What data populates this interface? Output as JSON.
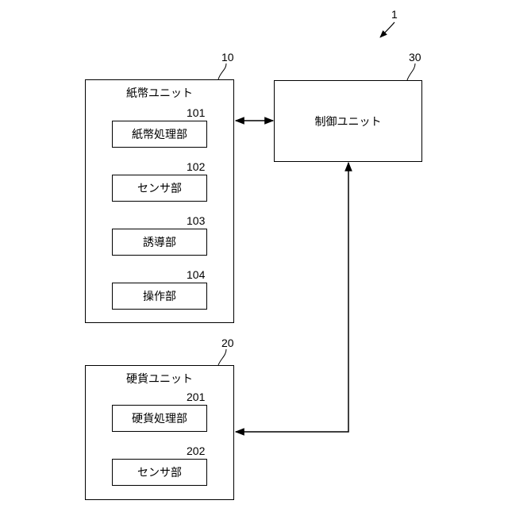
{
  "figure_ref": "1",
  "unit_paper": {
    "ref": "10",
    "title": "紙幣ユニット"
  },
  "unit_coin": {
    "ref": "20",
    "title": "硬貨ユニット"
  },
  "unit_control": {
    "ref": "30",
    "title": "制御ユニット"
  },
  "paper_parts": [
    {
      "ref": "101",
      "label": "紙幣処理部"
    },
    {
      "ref": "102",
      "label": "センサ部"
    },
    {
      "ref": "103",
      "label": "誘導部"
    },
    {
      "ref": "104",
      "label": "操作部"
    }
  ],
  "coin_parts": [
    {
      "ref": "201",
      "label": "硬貨処理部"
    },
    {
      "ref": "202",
      "label": "センサ部"
    }
  ]
}
